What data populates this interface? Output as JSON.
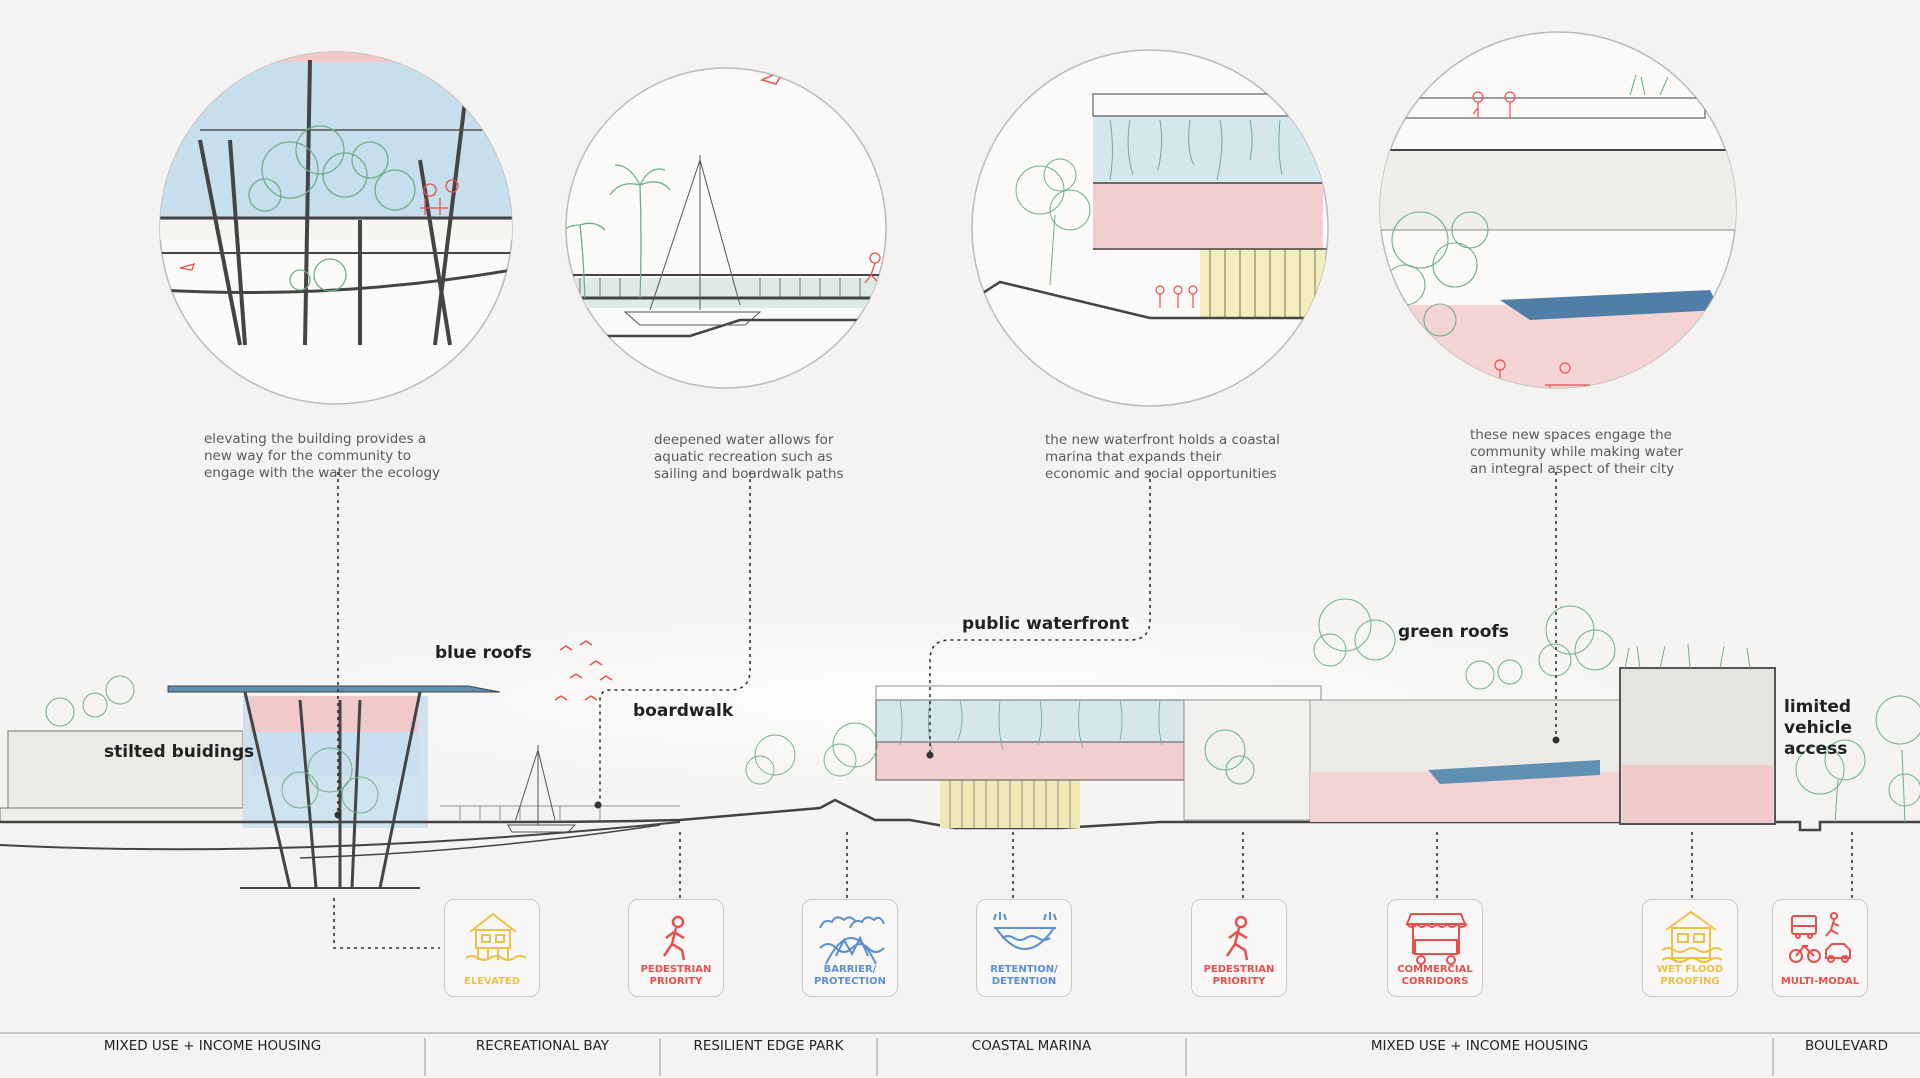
{
  "captions": [
    "elevating the building provides a new way for the community to engage with the water the ecology",
    "deepened water allows for aquatic recreation such as sailing and boardwalk paths",
    "the new waterfront holds a coastal marina that expands their economic and social opportunities",
    "these new spaces engage the community while making water an integral aspect of their city"
  ],
  "labels": {
    "stilted": "stilted buidings",
    "blue_roofs": "blue roofs",
    "boardwalk": "boardwalk",
    "public_waterfront": "public waterfront",
    "green_roofs": "green roofs",
    "limited_vehicle": "limited\nvehicle access"
  },
  "strategies": [
    {
      "text": "ELEVATED",
      "color": "#e9c24a",
      "icon": "elevated-house-icon"
    },
    {
      "text": "PEDESTRIAN\nPRIORITY",
      "color": "#e4514f",
      "icon": "pedestrian-icon"
    },
    {
      "text": "BARRIER/\nPROTECTION",
      "color": "#5b8fd0",
      "icon": "barrier-icon"
    },
    {
      "text": "RETENTION/\nDETENTION",
      "color": "#5b8fd0",
      "icon": "retention-icon"
    },
    {
      "text": "PEDESTRIAN\nPRIORITY",
      "color": "#e4514f",
      "icon": "pedestrian-icon"
    },
    {
      "text": "COMMERCIAL\nCORRIDORS",
      "color": "#e4514f",
      "icon": "market-stall-icon"
    },
    {
      "text": "WET FLOOD\nPROOFING",
      "color": "#e9c24a",
      "icon": "flood-house-icon"
    },
    {
      "text": "MULTI-MODAL",
      "color": "#e4514f",
      "icon": "multimodal-icon"
    }
  ],
  "zones": [
    "MIXED USE + INCOME HOUSING",
    "RECREATIONAL BAY",
    "RESILIENT EDGE PARK",
    "COASTAL MARINA",
    "MIXED USE + INCOME HOUSING",
    "BOULEVARD"
  ],
  "colors": {
    "blue": "#bcd6e6",
    "pink": "#f2c9c9",
    "yellow": "#eee6a8",
    "green": "#6fae88",
    "line": "#3a3a3a",
    "accent_red": "#e4514f",
    "accent_blue": "#5b8fd0",
    "accent_yellow": "#e9c24a"
  }
}
